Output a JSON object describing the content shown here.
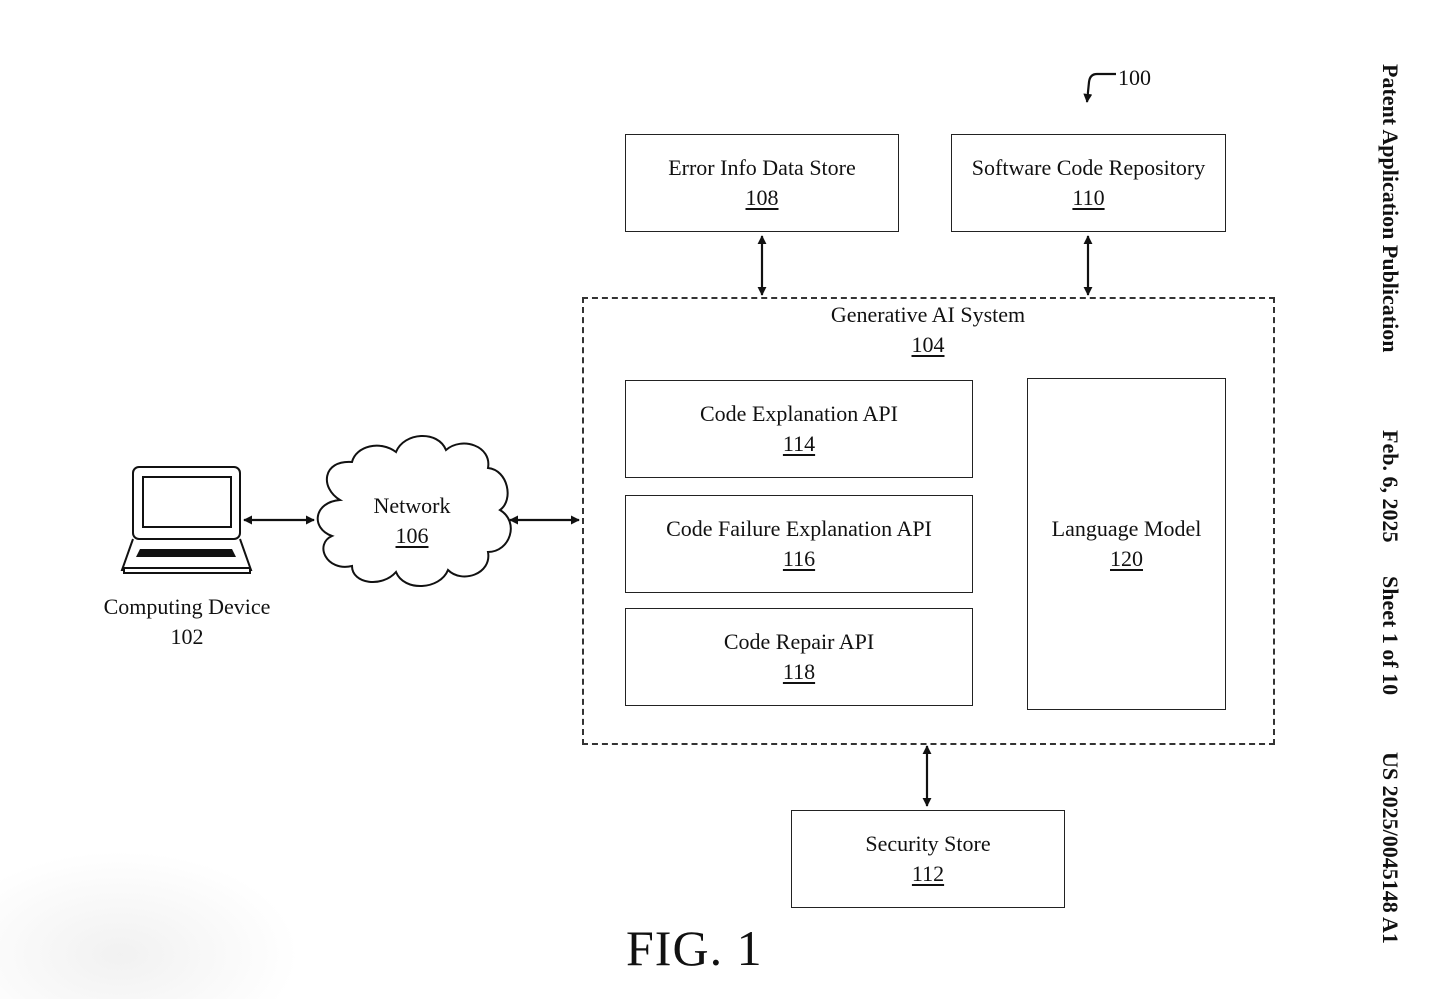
{
  "figure_ref": "100",
  "figure_caption": "FIG. 1",
  "header": {
    "publication": "Patent Application Publication",
    "date": "Feb. 6, 2025",
    "sheet": "Sheet 1 of 10",
    "number": "US 2025/0045148 A1"
  },
  "nodes": {
    "error_store": {
      "label": "Error Info Data Store",
      "ref": "108"
    },
    "code_repo": {
      "label": "Software Code Repository",
      "ref": "110"
    },
    "gen_ai": {
      "label": "Generative AI System",
      "ref": "104"
    },
    "explain_api": {
      "label": "Code Explanation API",
      "ref": "114"
    },
    "failure_api": {
      "label": "Code Failure Explanation API",
      "ref": "116"
    },
    "repair_api": {
      "label": "Code Repair API",
      "ref": "118"
    },
    "language_model": {
      "label": "Language Model",
      "ref": "120"
    },
    "security_store": {
      "label": "Security Store",
      "ref": "112"
    },
    "network": {
      "label": "Network",
      "ref": "106"
    },
    "computing_device": {
      "label": "Computing Device",
      "ref": "102"
    }
  },
  "edges": [
    {
      "from": "computing_device",
      "to": "network",
      "direction": "both"
    },
    {
      "from": "network",
      "to": "gen_ai",
      "direction": "both"
    },
    {
      "from": "error_store",
      "to": "gen_ai",
      "direction": "both"
    },
    {
      "from": "code_repo",
      "to": "gen_ai",
      "direction": "both"
    },
    {
      "from": "gen_ai",
      "to": "security_store",
      "direction": "both"
    }
  ]
}
